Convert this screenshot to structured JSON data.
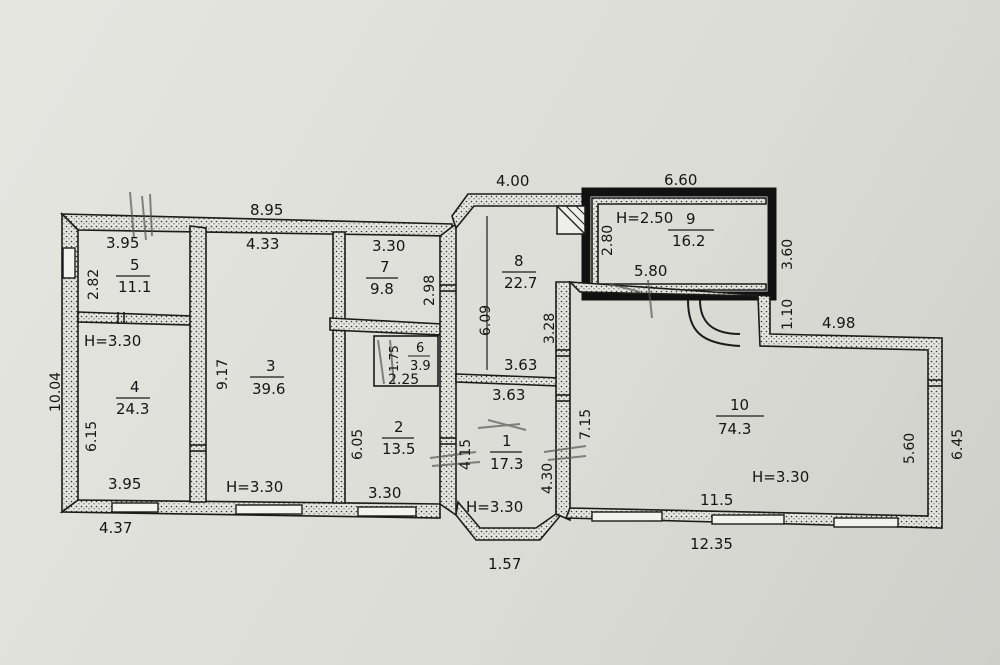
{
  "plan": {
    "overall_dims": {
      "top_left": "8.95",
      "top_mid": "4.00",
      "top_right": "6.60",
      "left_height": "10.04",
      "bottom_left": "4.37",
      "bottom_mid": "1.57",
      "bottom_right": "12.35",
      "right_outer": "6.45",
      "right_step": "1.10",
      "right_top": "4.98",
      "room9_right": "3.60"
    },
    "heights": {
      "h_room4": "H=3.30",
      "h_room3": "H=3.30",
      "h_room1": "H=3.30",
      "h_room10": "H=3.30",
      "h_room9": "H=2.50"
    },
    "rooms": [
      {
        "id": "5",
        "area": "11.1",
        "width": "3.95",
        "height": "2.82"
      },
      {
        "id": "4",
        "area": "24.3",
        "width": "3.95",
        "height": "6.15"
      },
      {
        "id": "3",
        "area": "39.6",
        "width": "4.33",
        "height": "9.17"
      },
      {
        "id": "7",
        "area": "9.8",
        "width": "3.30",
        "height": "2.98"
      },
      {
        "id": "6",
        "area": "3.9",
        "width": "2.25",
        "height": "1.75"
      },
      {
        "id": "2",
        "area": "13.5",
        "width": "3.30",
        "height": "6.05"
      },
      {
        "id": "8",
        "area": "22.7",
        "width": "3.63",
        "height": "6.09"
      },
      {
        "id": "1",
        "area": "17.3",
        "width": "3.63",
        "height": "4.15"
      },
      {
        "id": "9",
        "area": "16.2",
        "width": "5.80",
        "height": "2.80"
      },
      {
        "id": "10",
        "area": "74.3",
        "width": "11.5",
        "height": "5.60"
      }
    ],
    "extra_dims": {
      "room8_right": "3.28",
      "room1_right": "4.30",
      "room10_left": "7.15"
    }
  }
}
